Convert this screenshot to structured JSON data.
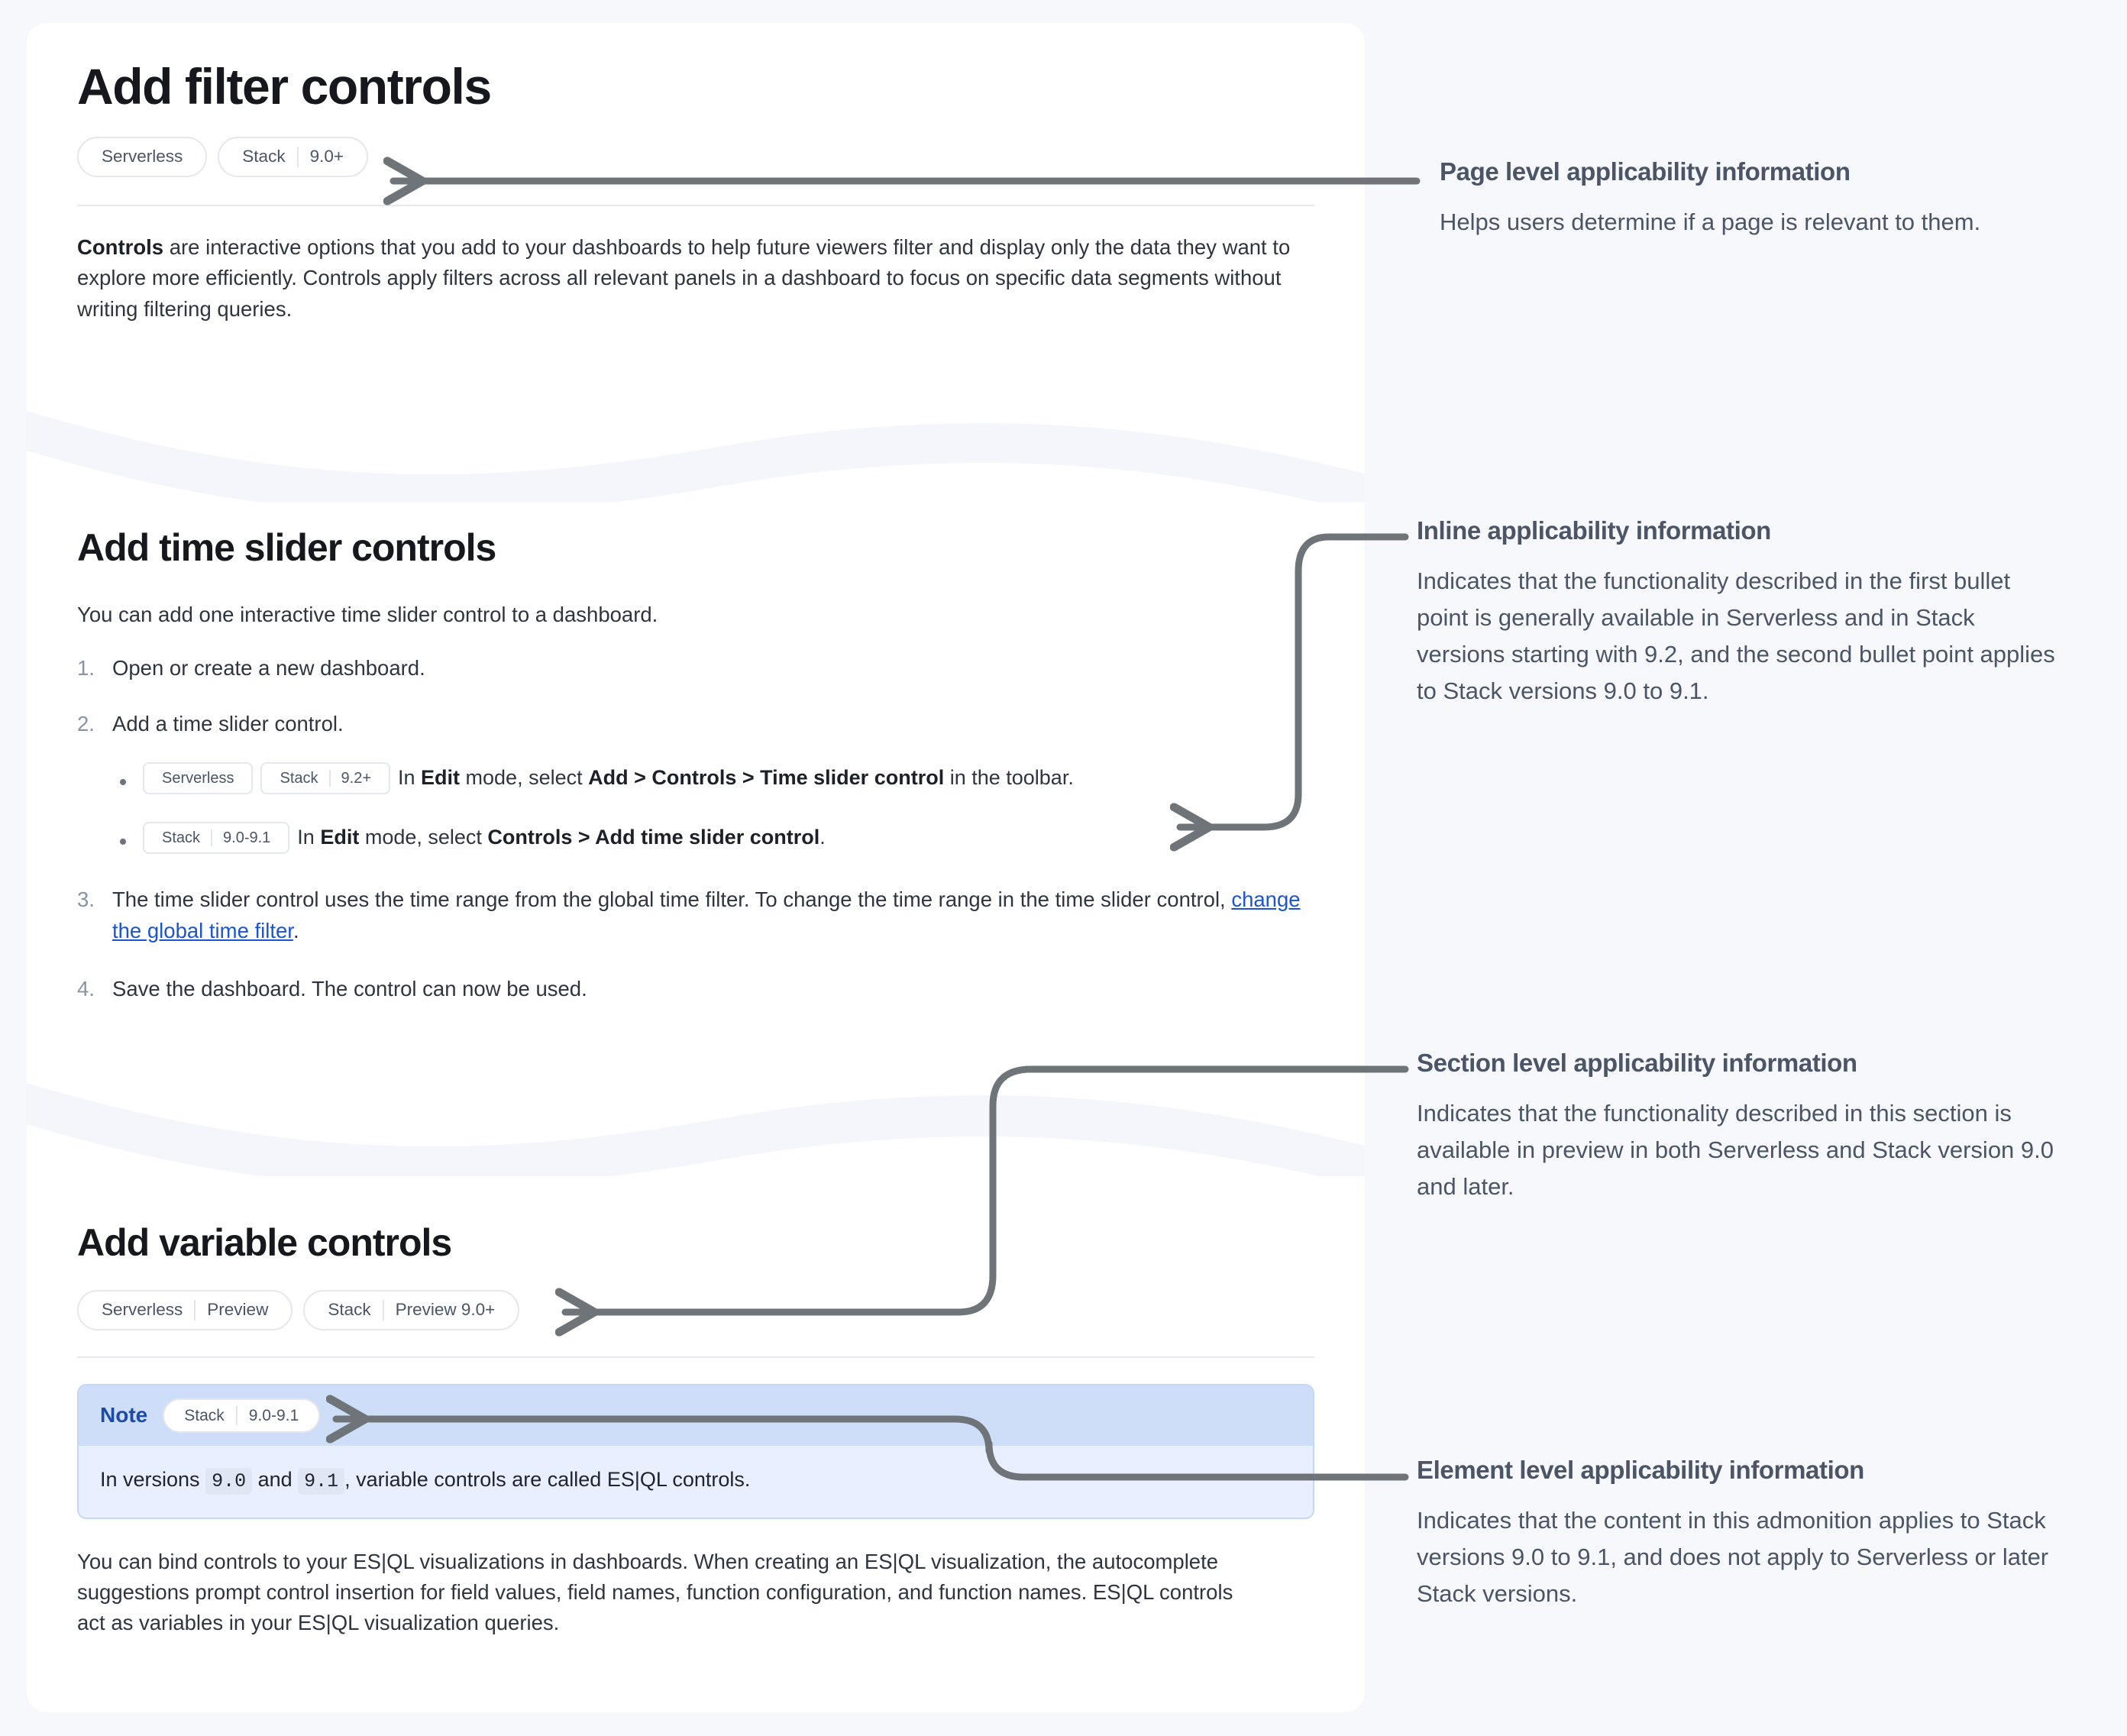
{
  "document": {
    "page_title": "Add filter controls",
    "page_badges": [
      {
        "name": "Serverless",
        "version": "",
        "shape": "pill"
      },
      {
        "name": "Stack",
        "version": "9.0+",
        "shape": "pill"
      }
    ],
    "intro": {
      "lead": "Controls",
      "rest": " are interactive options that you add to your dashboards to help future viewers filter and display only the data they want to explore more efficiently. Controls apply filters across all relevant panels in a dashboard to focus on specific data segments without writing filtering queries."
    },
    "sections": [
      {
        "title": "Add time slider controls",
        "intro": "You can add one interactive time slider control to a dashboard.",
        "steps": [
          {
            "text": "Open or create a new dashboard."
          },
          {
            "text": "Add a time slider control.",
            "subitems": [
              {
                "badges": [
                  {
                    "name": "Serverless",
                    "version": "",
                    "shape": "sq"
                  },
                  {
                    "name": "Stack",
                    "version": "9.2+",
                    "shape": "sq"
                  }
                ],
                "parts": [
                  {
                    "t": "In ",
                    "b": false
                  },
                  {
                    "t": "Edit",
                    "b": true
                  },
                  {
                    "t": " mode, select ",
                    "b": false
                  },
                  {
                    "t": "Add > Controls > Time slider control",
                    "b": true
                  },
                  {
                    "t": " in the toolbar.",
                    "b": false
                  }
                ]
              },
              {
                "badges": [
                  {
                    "name": "Stack",
                    "version": "9.0-9.1",
                    "shape": "sq"
                  }
                ],
                "parts": [
                  {
                    "t": "In ",
                    "b": false
                  },
                  {
                    "t": "Edit",
                    "b": true
                  },
                  {
                    "t": " mode, select ",
                    "b": false
                  },
                  {
                    "t": "Controls > Add time slider control",
                    "b": true
                  },
                  {
                    "t": ".",
                    "b": false
                  }
                ]
              }
            ]
          },
          {
            "text_before_link": "The time slider control uses the time range from the global time filter. To change the time range in the time slider control, ",
            "link_text": "change the global time filter",
            "text_after_link": "."
          },
          {
            "text": "Save the dashboard. The control can now be used."
          }
        ]
      },
      {
        "title": "Add variable controls",
        "badges": [
          {
            "name": "Serverless",
            "version": "Preview",
            "shape": "pill"
          },
          {
            "name": "Stack",
            "version": "Preview 9.0+",
            "shape": "pill"
          }
        ],
        "note": {
          "label": "Note",
          "badge": {
            "name": "Stack",
            "version": "9.0-9.1",
            "shape": "pill"
          },
          "parts": [
            {
              "t": "In versions ",
              "code": false
            },
            {
              "t": "9.0",
              "code": true
            },
            {
              "t": " and ",
              "code": false
            },
            {
              "t": "9.1",
              "code": true
            },
            {
              "t": ", variable controls are called ES|QL controls.",
              "code": false
            }
          ]
        },
        "outro": "You can bind controls to your ES|QL visualizations in dashboards. When creating an ES|QL visualization, the autocomplete suggestions prompt control insertion for field values, field names, function configuration, and function names. ES|QL controls act as variables in your ES|QL visualization queries."
      }
    ]
  },
  "annotations": [
    {
      "id": "page-level",
      "title": "Page level applicability information",
      "body": "Helps users determine if a page is relevant to them."
    },
    {
      "id": "inline",
      "title": "Inline applicability information",
      "body": "Indicates that the functionality described in the first bullet point is generally available in Serverless and in Stack versions starting with 9.2, and the second bullet point applies to Stack versions 9.0 to 9.1."
    },
    {
      "id": "section-level",
      "title": "Section level applicability information",
      "body": "Indicates that the functionality described in this section is available in preview in both Serverless and Stack version 9.0 and later."
    },
    {
      "id": "element-level",
      "title": "Element level applicability information",
      "body": "Indicates that the content in this admonition applies to Stack versions 9.0 to 9.1, and does not apply to Serverless or later Stack versions."
    }
  ],
  "colors": {
    "page_background": "#f6f8fc",
    "panel_background": "#ffffff",
    "connector": "#6f7478",
    "annotation_text": "#4b5567",
    "badge_text": "#4a5568",
    "badge_border": "#e4e7ee",
    "link": "#1b55d4",
    "note_header": "#cedef8",
    "note_body": "#e8efff",
    "note_label": "#1b4ba8",
    "wave": "#f4f6fb"
  }
}
